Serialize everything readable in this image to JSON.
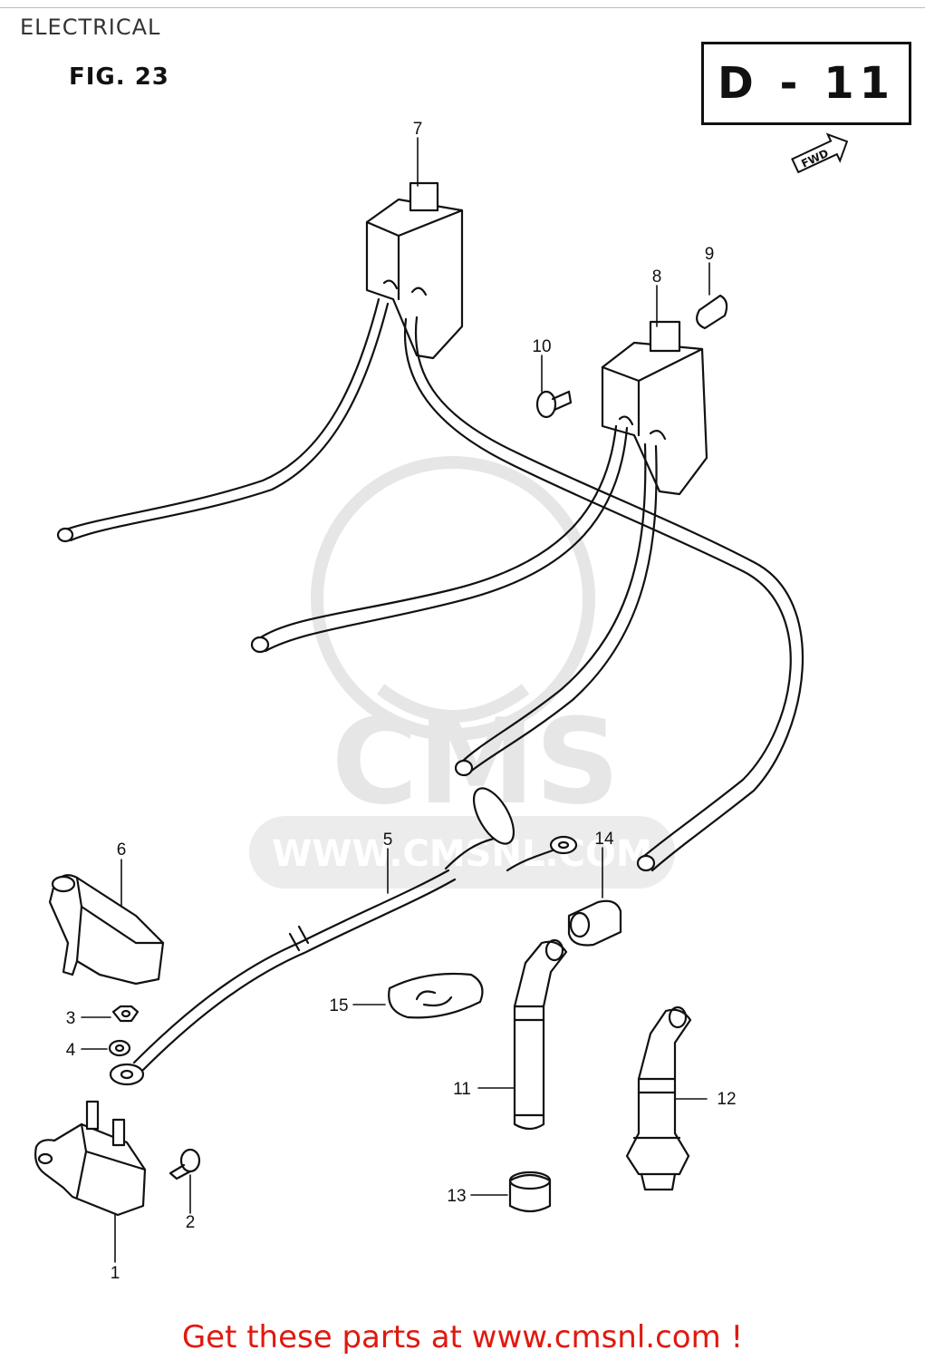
{
  "page": {
    "title": "ELECTRICAL",
    "figure_label": "FIG. 23",
    "section_code": "D - 11",
    "direction_mark": "FWD",
    "watermark": "CMS",
    "watermark_url": "WWW.CMSNL.COM",
    "footer_text": "Get these parts at www.cmsnl.com !"
  },
  "callouts": {
    "c1": "1",
    "c2": "2",
    "c3": "3",
    "c4": "4",
    "c5": "5",
    "c6": "6",
    "c7": "7",
    "c8": "8",
    "c9": "9",
    "c10": "10",
    "c11": "11",
    "c12": "12",
    "c13": "13",
    "c14": "14",
    "c15": "15"
  },
  "colors": {
    "ink": "#111111",
    "footer": "#e0190f",
    "watermark": "#e4e4e4"
  }
}
